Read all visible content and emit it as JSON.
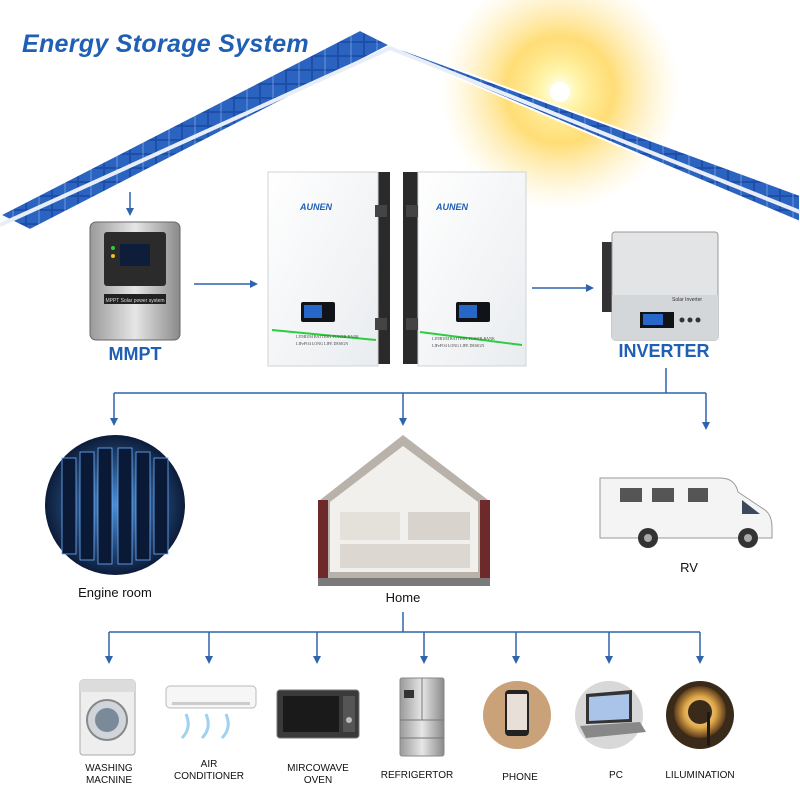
{
  "title": "Energy Storage System",
  "devices": {
    "mppt": "MMPT",
    "mppt_panel_text": "MPPT Solar power system",
    "battery_brand": "AUNEN",
    "battery_text_line1": "LITHIUM BATTERY POWER BANK",
    "battery_text_line2": "LIFePO4 LONG LIFE DESIGN",
    "inverter": "INVERTER",
    "inverter_panel_text": "Solar Inverter"
  },
  "destinations": {
    "engine_room": "Engine room",
    "home": "Home",
    "rv": "RV"
  },
  "appliances": [
    {
      "line1": "WASHING",
      "line2": "MACNINE"
    },
    {
      "line1": "AIR",
      "line2": "CONDITIONER"
    },
    {
      "line1": "MIRCOWAVE",
      "line2": "OVEN"
    },
    {
      "line1": "REFRIGERTOR",
      "line2": ""
    },
    {
      "line1": "PHONE",
      "line2": ""
    },
    {
      "line1": "PC",
      "line2": ""
    },
    {
      "line1": "LILUMINATION",
      "line2": ""
    }
  ],
  "colors": {
    "arrow": "#2f64ad",
    "title": "#1f5fb4",
    "panel": "#1e4fa8",
    "battery_accent": "#2ecc40"
  }
}
